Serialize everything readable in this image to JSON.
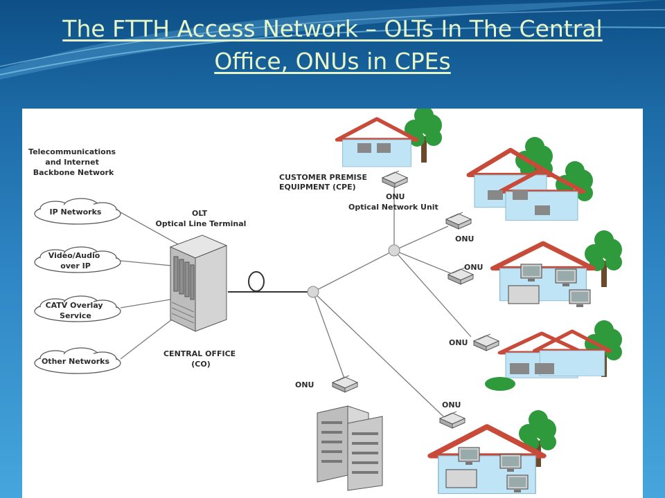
{
  "slide": {
    "title_line1": "The FTTH Access Network – OLTs In The Central",
    "title_line2": "Office, ONUs in CPEs"
  },
  "diagram": {
    "backbone": [
      "Telecommunications",
      "and Internet",
      "Backbone Network"
    ],
    "clouds": [
      {
        "lines": [
          "IP Networks"
        ]
      },
      {
        "lines": [
          "Video/Audio",
          "over IP"
        ]
      },
      {
        "lines": [
          "CATV Overlay",
          "Service"
        ]
      },
      {
        "lines": [
          "Other Networks"
        ]
      }
    ],
    "olt": [
      "OLT",
      "Optical Line Terminal"
    ],
    "central_office": [
      "CENTRAL OFFICE",
      "(CO)"
    ],
    "cpe": [
      "CUSTOMER PREMISE",
      "EQUIPMENT (CPE)"
    ],
    "onu_main": [
      "ONU",
      "Optical Network Unit"
    ],
    "onu": "ONU"
  },
  "colors": {
    "roof": "#c84b3a",
    "house_wall": "#bfe4f6",
    "tree": "#2e9a3b",
    "trunk": "#6b4a2a"
  }
}
